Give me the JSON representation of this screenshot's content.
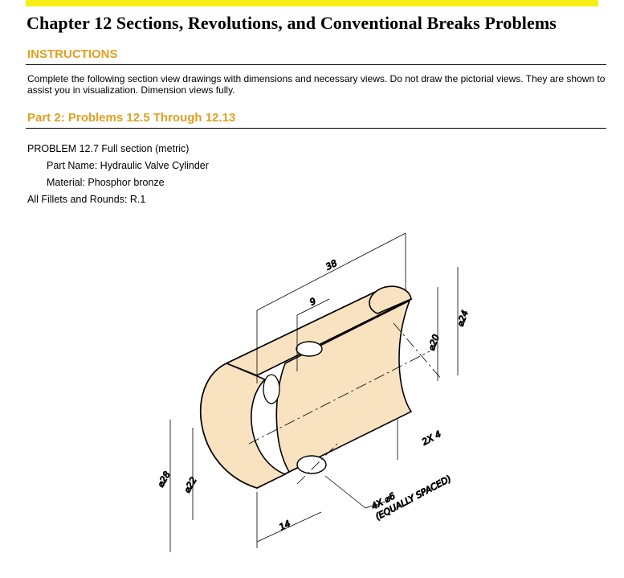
{
  "header": {
    "chapter_title": "Chapter 12  Sections, Revolutions, and Conventional Breaks Problems",
    "accent_color": "#f7ef14",
    "heading_color": "#e0a021"
  },
  "instructions": {
    "heading": "INSTRUCTIONS",
    "body": "Complete the following section view drawings with dimensions and necessary views.  Do not draw the pictorial views.  They are shown to assist you in visualization. Dimension views fully."
  },
  "part": {
    "heading": "Part 2: Problems 12.5 Through 12.13"
  },
  "problem": {
    "title": "PROBLEM 12.7  Full section (metric)",
    "part_name": "Part Name: Hydraulic Valve Cylinder",
    "material": "Material: Phosphor bronze",
    "fillets": "All Fillets and Rounds: R.1"
  },
  "drawing": {
    "section_fill_color": "#f8e2c0",
    "dimensions": {
      "length_overall": "38",
      "hole_offset": "9",
      "outer_diameter_right": "⌀24",
      "inner_diameter_right": "⌀20",
      "outer_diameter_left": "⌀28",
      "inner_diameter_left": "⌀22",
      "flange_width": "14",
      "groove": "2X 4"
    },
    "note_holes_line1": "4X ⌀6",
    "note_holes_line2": "(EQUALLY SPACED)"
  }
}
